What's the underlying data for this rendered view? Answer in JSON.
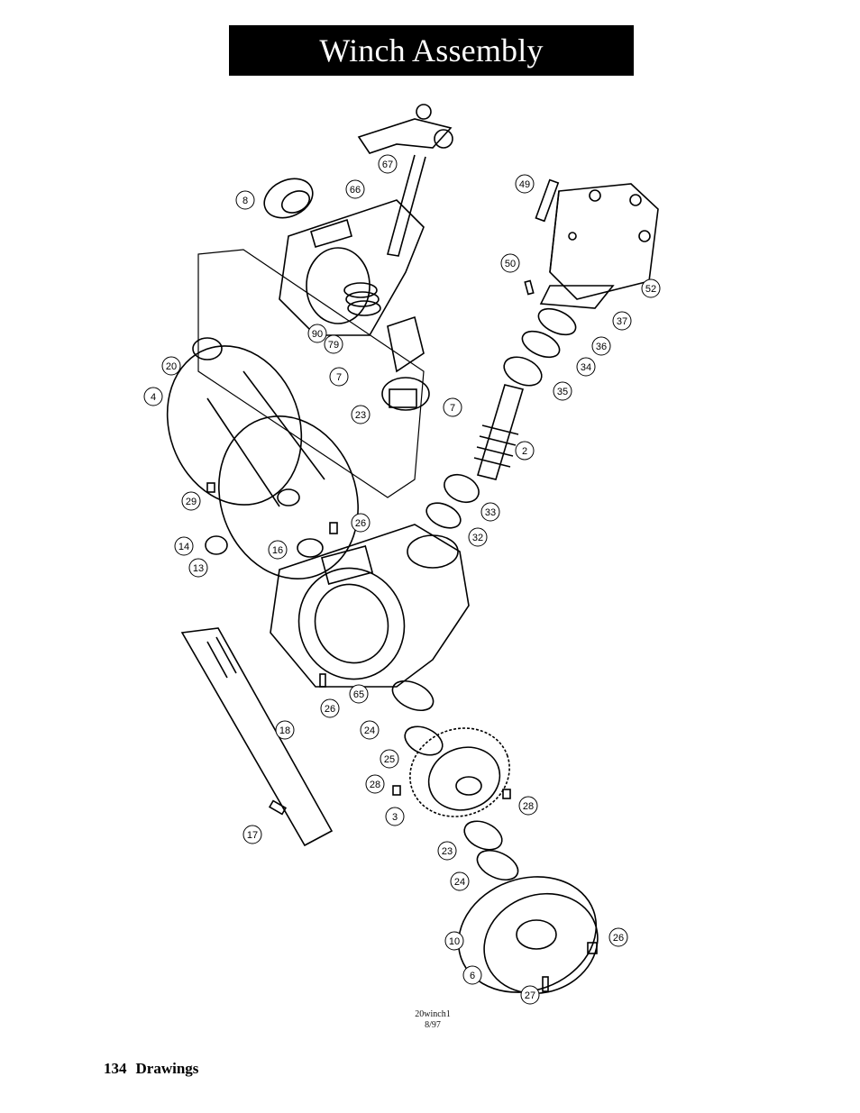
{
  "header": {
    "title": "Winch Assembly"
  },
  "drawing": {
    "caption_code": "20winch1",
    "caption_date": "8/97",
    "part_callouts": [
      "67",
      "8",
      "66",
      "49",
      "50",
      "52",
      "37",
      "36",
      "34",
      "35",
      "90",
      "79",
      "7",
      "7",
      "23",
      "2",
      "20",
      "4",
      "33",
      "32",
      "26",
      "29",
      "14",
      "13",
      "16",
      "65",
      "26",
      "24",
      "25",
      "18",
      "28",
      "28",
      "3",
      "23",
      "24",
      "17",
      "10",
      "26",
      "6",
      "27"
    ]
  },
  "footer": {
    "page_number": "134",
    "section": "Drawings"
  }
}
